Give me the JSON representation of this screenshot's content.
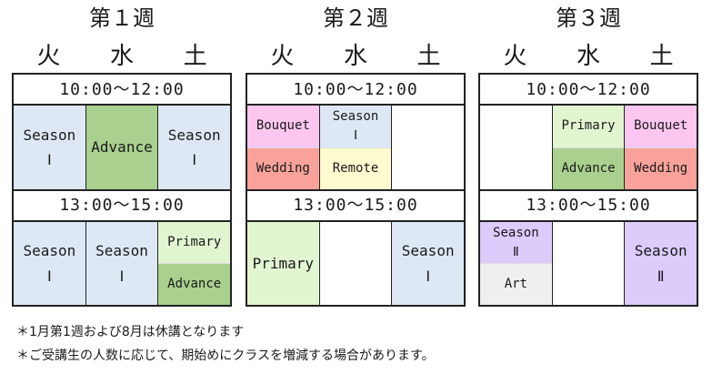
{
  "weeks": [
    {
      "title": "第１週",
      "days": [
        "火",
        "水",
        "土"
      ],
      "time1": "10:00〜12:00",
      "time2": "13:00〜15:00",
      "am": [
        [
          {
            "text": "Season\nⅠ",
            "color": "blue"
          }
        ],
        [
          {
            "text": "Advance",
            "color": "green"
          }
        ],
        [
          {
            "text": "Season\nⅠ",
            "color": "blue"
          }
        ]
      ],
      "pm": [
        [
          {
            "text": "Season\nⅠ",
            "color": "blue"
          }
        ],
        [
          {
            "text": "Season\nⅠ",
            "color": "blue"
          }
        ],
        [
          {
            "text": "Primary",
            "color": "lightgreen"
          },
          {
            "text": "Advance",
            "color": "green"
          }
        ]
      ]
    },
    {
      "title": "第２週",
      "days": [
        "火",
        "水",
        "土"
      ],
      "time1": "10:00〜12:00",
      "time2": "13:00〜15:00",
      "am": [
        [
          {
            "text": "Bouquet",
            "color": "pink"
          },
          {
            "text": "Wedding",
            "color": "red"
          }
        ],
        [
          {
            "text": "Season\nⅠ",
            "color": "blue"
          },
          {
            "text": "Remote",
            "color": "yellow"
          }
        ],
        [
          {
            "text": "",
            "color": "white"
          }
        ]
      ],
      "pm": [
        [
          {
            "text": "Primary",
            "color": "lightgreen"
          }
        ],
        [
          {
            "text": "",
            "color": "white"
          }
        ],
        [
          {
            "text": "Season\nⅠ",
            "color": "blue"
          }
        ]
      ]
    },
    {
      "title": "第３週",
      "days": [
        "火",
        "水",
        "土"
      ],
      "time1": "10:00〜12:00",
      "time2": "13:00〜15:00",
      "am": [
        [
          {
            "text": "",
            "color": "white"
          }
        ],
        [
          {
            "text": "Primary",
            "color": "lightgreen"
          },
          {
            "text": "Advance",
            "color": "green"
          }
        ],
        [
          {
            "text": "Bouquet",
            "color": "pink"
          },
          {
            "text": "Wedding",
            "color": "red"
          }
        ]
      ],
      "pm": [
        [
          {
            "text": "Season\nⅡ",
            "color": "purple"
          },
          {
            "text": "Art",
            "color": "gray"
          }
        ],
        [
          {
            "text": "",
            "color": "white"
          }
        ],
        [
          {
            "text": "Season\nⅡ",
            "color": "purple"
          }
        ]
      ]
    }
  ],
  "notes": [
    "＊1月第1週および8月は休講となります",
    "＊ご受講生の人数に応じて、期始めにクラスを増減する場合があります。"
  ]
}
